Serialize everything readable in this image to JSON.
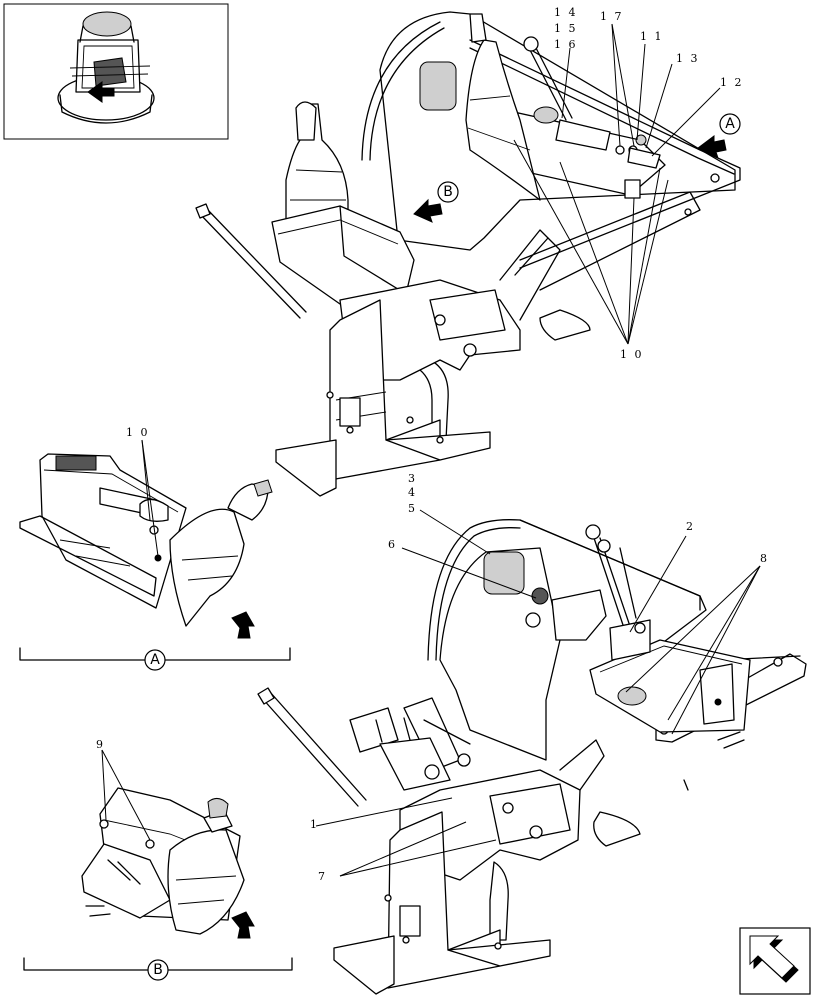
{
  "callouts": {
    "c1": "1",
    "c2": "2",
    "c3": "3",
    "c4": "4",
    "c5": "5",
    "c6": "6",
    "c7": "7",
    "c8": "8",
    "c9": "9",
    "c10_top": "1 0",
    "c10_left": "1 0",
    "c11": "1 1",
    "c12": "1 2",
    "c13": "1 3",
    "c14": "1 4",
    "c15": "1 5",
    "c16": "1 6",
    "c17": "1 7"
  },
  "views": {
    "A": "A",
    "B": "B"
  },
  "icons": {
    "locator": "machine-locator-icon",
    "arrow": "next-page-arrow-icon"
  }
}
